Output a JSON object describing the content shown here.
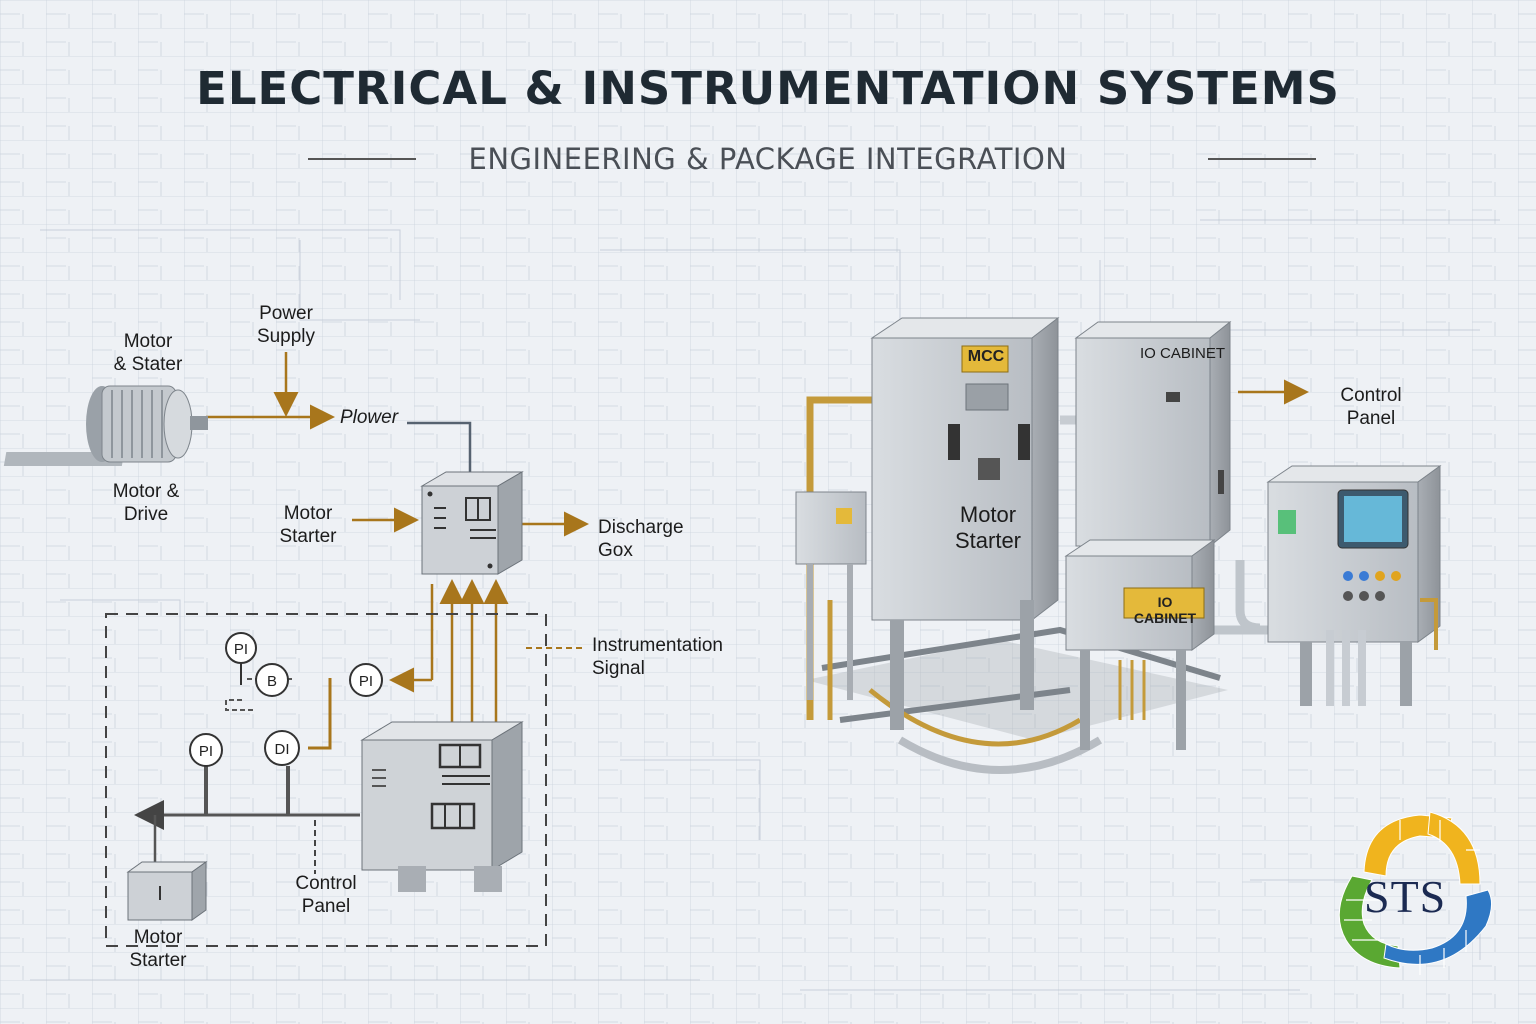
{
  "header": {
    "title": "ELECTRICAL & INSTRUMENTATION SYSTEMS",
    "subtitle": "ENGINEERING & PACKAGE INTEGRATION"
  },
  "schematic": {
    "motor_top_label": "Motor\n& Stater",
    "motor_bottom_label": "Motor &\nDrive",
    "power_supply_label": "Power\nSupply",
    "power_label": "Plower",
    "motor_starter_label": "Motor\nStarter",
    "discharge_label": "Discharge\nGox",
    "instrumentation_label": "Instrumentation\nSignal",
    "control_panel_label": "Control\nPanel",
    "bottom_motor_starter_label": "Motor\nStarter",
    "instrument_tags": [
      "PI",
      "B",
      "PI",
      "PI",
      "DI"
    ]
  },
  "equipment": {
    "mcc_plate": "MCC",
    "mcc_body_label": "Motor\nStarter",
    "io_cabinet_top_label": "IO CABINET",
    "io_cabinet_plate": "IO CABINET",
    "control_panel_callout": "Control\nPanel"
  },
  "logo": {
    "text": "STS"
  },
  "colors": {
    "title": "#1f2a33",
    "arrow": "#a8761c",
    "cabinet": "#c9cdd2",
    "plate": "#e4b93a",
    "logo_green": "#5aa832",
    "logo_blue": "#2f78c4",
    "logo_yellow": "#f0b41e"
  }
}
